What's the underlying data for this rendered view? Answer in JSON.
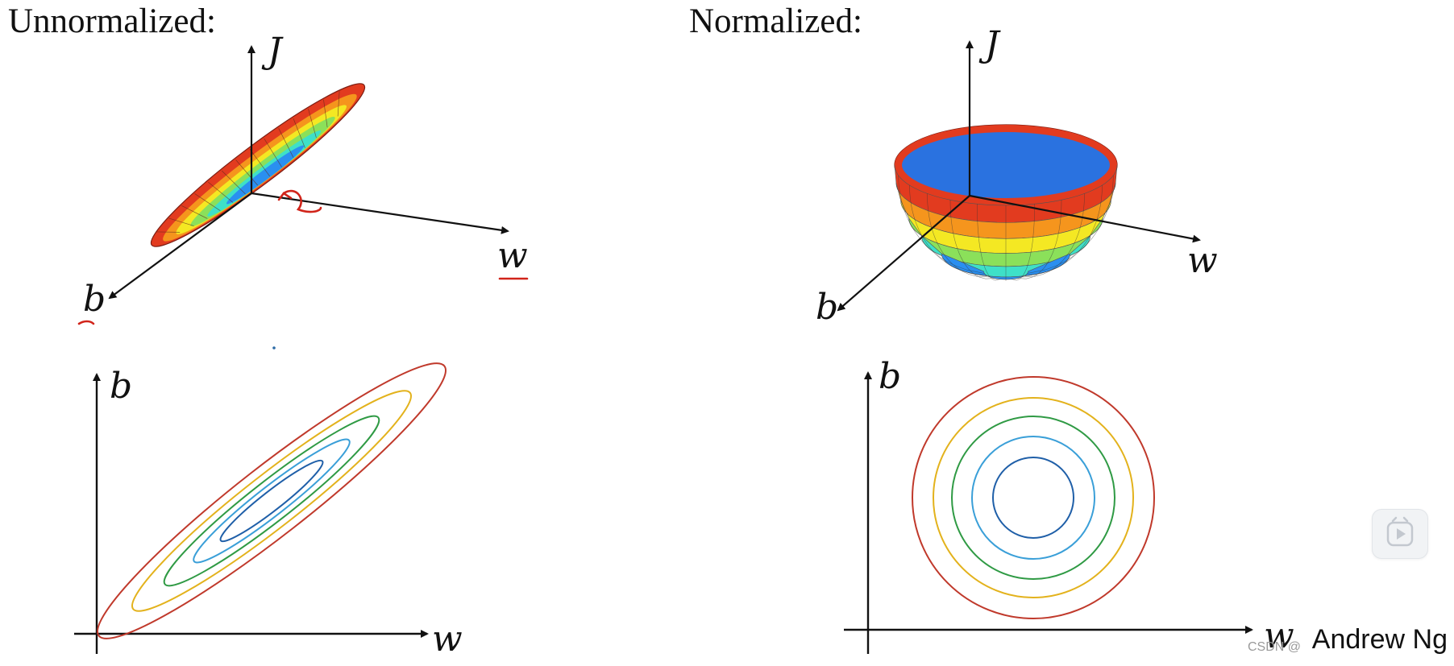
{
  "left_title": "Unnormalized:",
  "right_title": "Normalized:",
  "surface_labels": {
    "vertical": "J",
    "horizontal": "w",
    "depth": "b"
  },
  "contour_labels": {
    "vertical": "b",
    "horizontal": "w"
  },
  "credit": "Andrew Ng",
  "watermark": "CSDN @",
  "contour_colors": [
    "#c0392b",
    "#e3b21c",
    "#2f9a44",
    "#3a9fd8",
    "#1f5fa8"
  ],
  "surface_colors": [
    "#e23b1f",
    "#f5951d",
    "#f4e823",
    "#8be05a",
    "#3ee0c8",
    "#2a8ff0"
  ],
  "annotation_color": "#d1241a",
  "icons": {
    "player": "play-icon"
  }
}
